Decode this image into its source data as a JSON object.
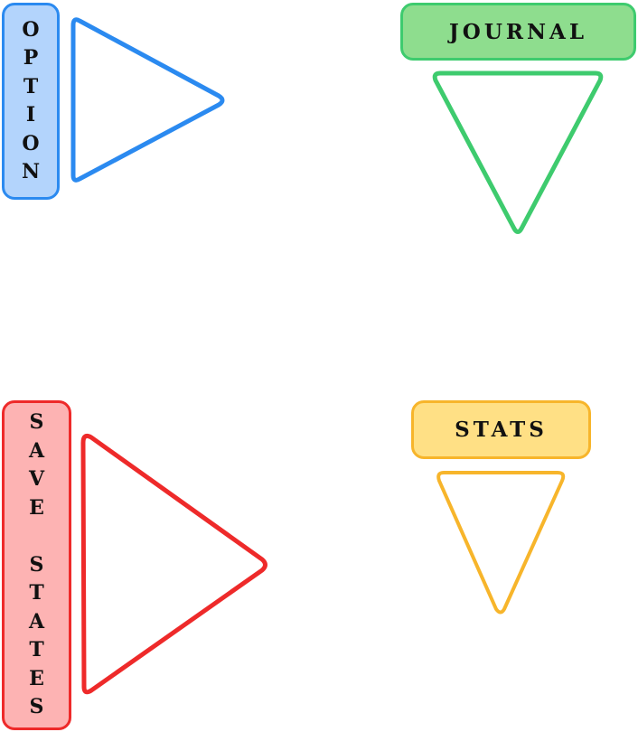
{
  "panels": [
    {
      "id": "option",
      "label": "OPTION",
      "orientation": "vertical",
      "color": "#2b8af0",
      "fill": "#b3d4fc",
      "arrow": "right"
    },
    {
      "id": "journal",
      "label": "JOURNAL",
      "orientation": "horizontal",
      "color": "#3ecb6e",
      "fill": "#8edd8e",
      "arrow": "down"
    },
    {
      "id": "save",
      "label": "SAVE STATES",
      "orientation": "vertical",
      "color": "#ee2a2a",
      "fill": "#fdb3b3",
      "arrow": "right"
    },
    {
      "id": "stats",
      "label": "STATS",
      "orientation": "horizontal",
      "color": "#f7b52b",
      "fill": "#ffe085",
      "arrow": "down"
    }
  ]
}
